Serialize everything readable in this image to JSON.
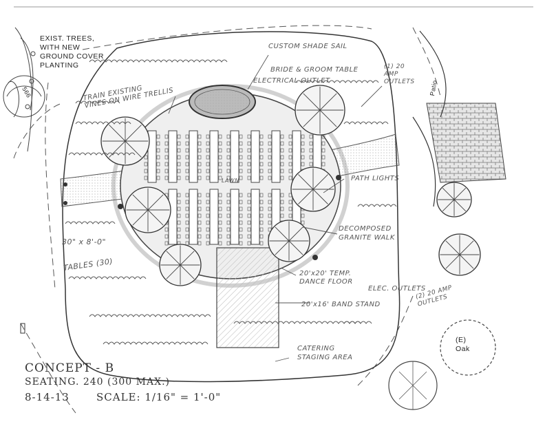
{
  "labels": {
    "exist_trees": [
      "EXIST. TREES,",
      "WITH NEW",
      "GROUND COVER",
      "PLANTING"
    ],
    "custom_shade_sail": "CUSTOM SHADE SAIL",
    "bride_groom_table": "BRIDE & GROOM TABLE",
    "electrical_outlet": "ELECTRICAL OUTLET",
    "amp_outlets_top": [
      "(1) 20",
      "AMP",
      "OUTLETS"
    ],
    "train_vines": [
      "TRAIN EXISTING",
      "VINES ON WIRE TRELLIS"
    ],
    "lawn": "LAWN",
    "path_lights": "PATH LIGHTS",
    "decomposed_granite": [
      "DECOMPOSED",
      "GRANITE WALK"
    ],
    "tables_size": "30\" x 8'-0\"",
    "tables_count": "TABLES (30)",
    "dance_floor": [
      "20'x20' TEMP.",
      "DANCE FLOOR"
    ],
    "elec_outlets": "ELEC. OUTLETS",
    "amp_outlets_right": [
      "(2) 20 AMP",
      "OUTLETS"
    ],
    "band_stand": "20'x16' BAND STAND",
    "catering": [
      "CATERING",
      "STAGING AREA"
    ],
    "oak": [
      "(E)",
      "Oak"
    ],
    "patio": "Patio",
    "tree_566": "566"
  },
  "title_block": {
    "concept": "CONCEPT - B",
    "seating": "SEATING. 240 (300 MAX.)",
    "date": "8-14-13",
    "scale": "SCALE: 1/16\" = 1'-0\""
  }
}
